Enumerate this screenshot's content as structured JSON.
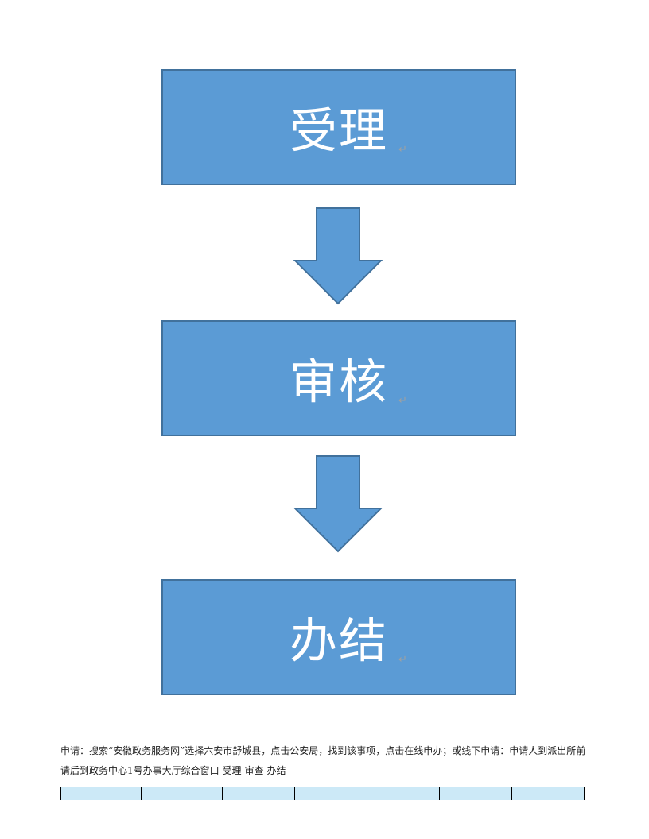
{
  "flowchart": {
    "steps": [
      {
        "label": "受理"
      },
      {
        "label": "审核"
      },
      {
        "label": "办结"
      }
    ],
    "paragraph_mark": "↵",
    "colors": {
      "box_fill": "#5b9bd5",
      "box_border": "#41719c",
      "text": "#ffffff",
      "arrow_fill": "#5b9bd5"
    }
  },
  "description": {
    "line1": "申请：搜索“安徽政务服务网”选择六安市舒城县，点击公安局，找到该事项，点击在线申办；或线下申请：申请人到派出所前",
    "line2": "请后到政务中心1号办事大厅综合窗口 受理-审查-办结"
  },
  "table": {
    "columns": 7,
    "header_color": "#cce9f7"
  }
}
